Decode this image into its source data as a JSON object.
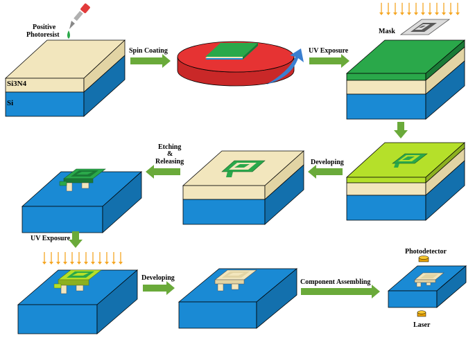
{
  "labels": {
    "positive_photoresist_line1": "Positive",
    "positive_photoresist_line2": "Photoresist",
    "spin_coating": "Spin Coating",
    "uv_exposure_1": "UV Exposure",
    "mask": "Mask",
    "si3n4": "Si3N4",
    "si": "Si",
    "developing_1": "Developing",
    "etching_line1": "Etching",
    "etching_line2": "&",
    "etching_line3": "Releasing",
    "uv_exposure_2": "UV Exposure",
    "developing_2": "Developing",
    "component_assembling": "Component Assembling",
    "photodetector": "Photodetector",
    "laser": "Laser"
  },
  "colors": {
    "silicon": "#1a8ad4",
    "silicon_side": "#1370ad",
    "nitride": "#f2e6bd",
    "nitride_side": "#e2d4a4",
    "photoresist": "#2aa84a",
    "photoresist_exposed": "#b5e02a",
    "arrow": "#6aaa3a",
    "uv_ray": "#f5a623",
    "mask": "#8a8a8a",
    "spin_disk": "#e63333",
    "spin_arrow": "#3a7fd0",
    "pipette": "#e23b3b",
    "droplet": "#2aa84a"
  }
}
